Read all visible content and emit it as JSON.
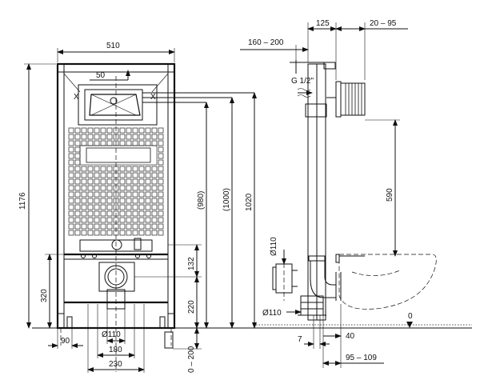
{
  "front_view": {
    "width_label": "510",
    "height_label": "1176",
    "button_label": "50",
    "dim_980": "(980)",
    "dim_1000": "(1000)",
    "dim_1020": "1020",
    "dim_132": "132",
    "dim_220": "220",
    "dim_320": "320",
    "dim_0_200": "0 – 200",
    "dim_90": "90",
    "dim_110": "Ø110",
    "dim_180": "180",
    "dim_230": "230"
  },
  "side_view": {
    "dim_125": "125",
    "dim_20_95": "20 – 95",
    "dim_160_200": "160 – 200",
    "water_inlet": "G 1/2\"",
    "dim_590": "590",
    "dia_110_top": "Ø110",
    "dia_110_bottom": "Ø110",
    "dim_7": "7",
    "dim_40": "40",
    "dim_95_109": "95 – 109",
    "floor_level": "0"
  }
}
